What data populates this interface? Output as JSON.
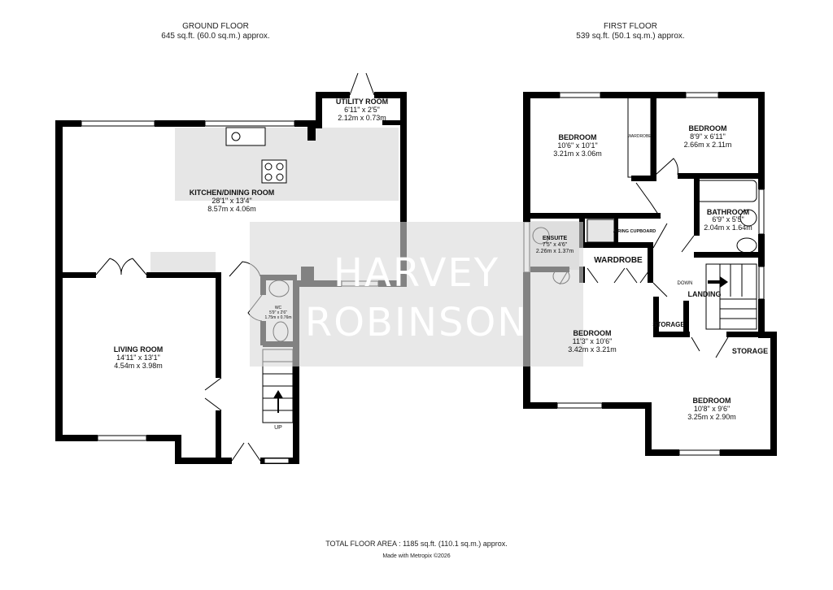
{
  "ground_floor": {
    "title": "GROUND FLOOR",
    "area": "645 sq.ft. (60.0 sq.m.) approx.",
    "rooms": [
      {
        "name": "UTILITY ROOM",
        "imperial": "6'11\" x 2'5\"",
        "metric": "2.12m x 0.73m"
      },
      {
        "name": "KITCHEN/DINING ROOM",
        "imperial": "28'1\" x 13'4\"",
        "metric": "8.57m x 4.06m"
      },
      {
        "name": "LIVING ROOM",
        "imperial": "14'11\" x 13'1\"",
        "metric": "4.54m x 3.98m"
      },
      {
        "name": "WC",
        "imperial": "5'9\" x 2'6\"",
        "metric": "1.75m x 0.76m"
      }
    ],
    "stair_label": "UP"
  },
  "first_floor": {
    "title": "FIRST FLOOR",
    "area": "539 sq.ft. (50.1 sq.m.) approx.",
    "rooms": [
      {
        "name": "BEDROOM",
        "imperial": "10'6\" x 10'1\"",
        "metric": "3.21m x 3.06m"
      },
      {
        "name": "BEDROOM",
        "imperial": "8'9\" x 6'11\"",
        "metric": "2.66m x 2.11m"
      },
      {
        "name": "BATHROOM",
        "imperial": "6'9\" x 5'5\"",
        "metric": "2.04m x 1.64m"
      },
      {
        "name": "ENSUITE",
        "imperial": "7'5\" x 4'6\"",
        "metric": "2.26m x 1.37m"
      },
      {
        "name": "BEDROOM",
        "imperial": "11'3\" x 10'6\"",
        "metric": "3.42m x 3.21m"
      },
      {
        "name": "BEDROOM",
        "imperial": "10'8\" x 9'6\"",
        "metric": "3.25m x 2.90m"
      }
    ],
    "labels": {
      "wardrobe_small": "WARDROBE",
      "airing_cupboard": "AIRING CUPBOARD",
      "wardrobe": "WARDROBE",
      "landing": "LANDING",
      "down": "DOWN",
      "storage_small": "STORAGE",
      "storage": "STORAGE"
    }
  },
  "watermark": {
    "line1": "HARVEY",
    "line2": "ROBINSON"
  },
  "footer": {
    "total": "TOTAL FLOOR AREA : 1185 sq.ft. (110.1 sq.m.) approx.",
    "credit": "Made with Metropix ©2026"
  },
  "colors": {
    "wall": "#000000",
    "fixture_floor": "#e6e6e6",
    "watermark_bg": "#d9d9d9"
  }
}
